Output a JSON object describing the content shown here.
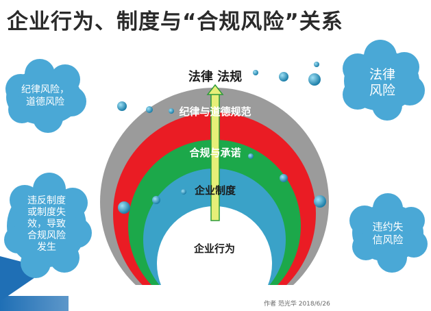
{
  "title": "企业行为、制度与“合规风险”关系",
  "rings": [
    {
      "label": "法律 法规",
      "color": "#9b9b9b"
    },
    {
      "label": "纪律与道德规范",
      "color": "#ea1c24"
    },
    {
      "label": "合规与承诺",
      "color": "#1ca84a"
    },
    {
      "label": "企业制度",
      "color": "#3aa2c8"
    }
  ],
  "center_label": "企业行为",
  "clouds": [
    {
      "label": "纪律风险，\n道德风险"
    },
    {
      "label": "法律\n风险"
    },
    {
      "label": "违反制度\n或制度失\n效，导致\n合规风险\n发生"
    },
    {
      "label": "违约失\n信风险"
    }
  ],
  "arrow_color": "#e6ef78",
  "footer": "作者  范光华  2018/6/26",
  "colors": {
    "bubble": "#2f98c0",
    "cloud": "#4aa8d6",
    "bottom_bar": "#1f6fb5"
  }
}
